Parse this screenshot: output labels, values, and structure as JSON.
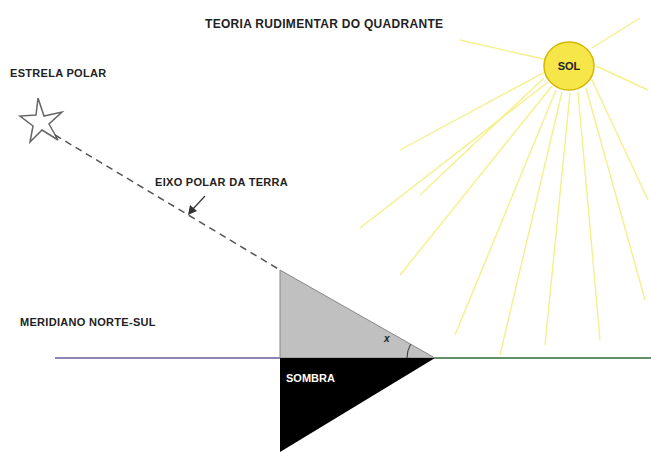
{
  "diagram": {
    "title": "TEORIA RUDIMENTAR DO QUADRANTE",
    "nodes": [
      {
        "text": [
          "SOL"
        ]
      },
      {
        "text": [
          "SOMBRA"
        ]
      }
    ],
    "labels": [
      "ESTRELA POLAR",
      "EIXO POLAR DA TERRA",
      "MERIDIANO NORTE-SUL",
      "x"
    ]
  }
}
